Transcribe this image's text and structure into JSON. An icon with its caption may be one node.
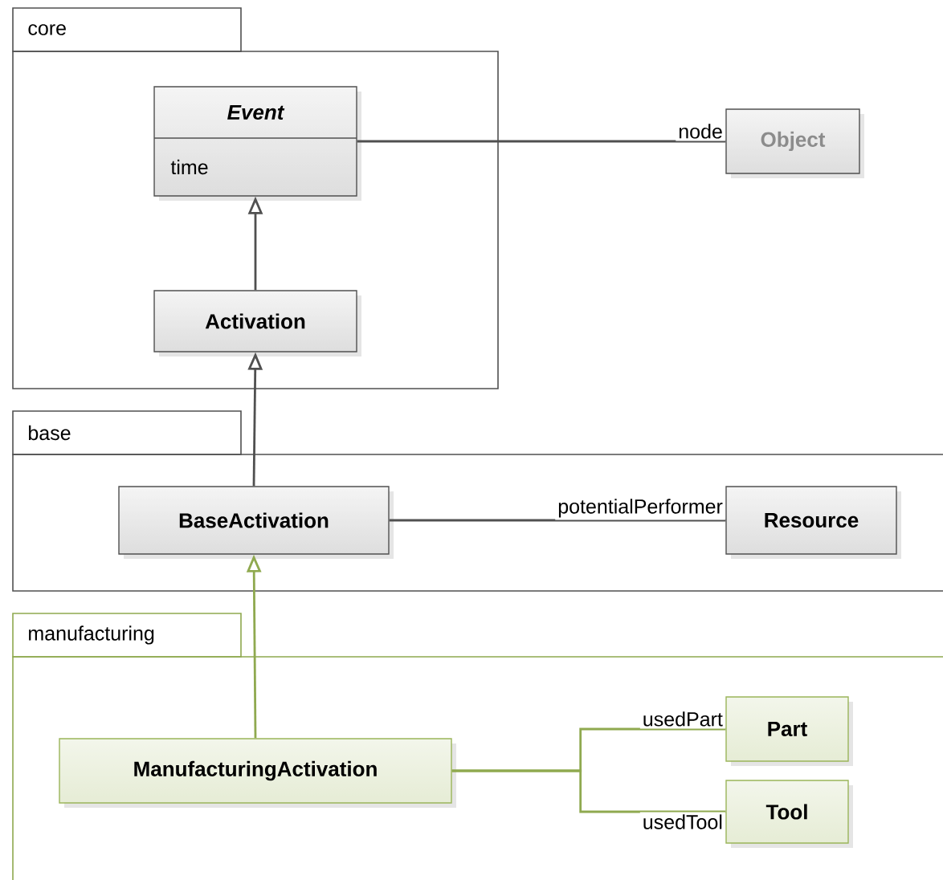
{
  "diagram": {
    "nodes": [
      {
        "text": [
          "core"
        ]
      },
      {
        "text": [
          "Event",
          "time"
        ],
        "in": 0
      },
      {
        "text": [
          "Activation"
        ],
        "in": 0
      },
      {
        "text": [
          "Object"
        ]
      },
      {
        "text": [
          "base"
        ]
      },
      {
        "text": [
          "BaseActivation"
        ],
        "in": 4
      },
      {
        "text": [
          "Resource"
        ],
        "in": 4
      },
      {
        "text": [
          "manufacturing"
        ]
      },
      {
        "text": [
          "ManufacturingActivation"
        ],
        "in": 7
      },
      {
        "text": [
          "Part"
        ],
        "in": 7
      },
      {
        "text": [
          "Tool"
        ],
        "in": 7
      }
    ],
    "edges": [
      {
        "from": 1,
        "to": 3,
        "arrow": "none",
        "label": "node"
      },
      {
        "from": 2,
        "to": 1,
        "arrow": "to"
      },
      {
        "from": 5,
        "to": 2,
        "arrow": "to"
      },
      {
        "from": 8,
        "to": 5,
        "arrow": "to",
        "color": "#8fa94f"
      },
      {
        "from": 5,
        "to": 6,
        "arrow": "none",
        "label": "potentialPerformer"
      },
      {
        "from": 8,
        "to": 9,
        "arrow": "none",
        "label": "usedPart",
        "color": "#8fa94f"
      },
      {
        "from": 8,
        "to": 10,
        "arrow": "none",
        "label": "usedTool",
        "color": "#8fa94f"
      }
    ]
  }
}
